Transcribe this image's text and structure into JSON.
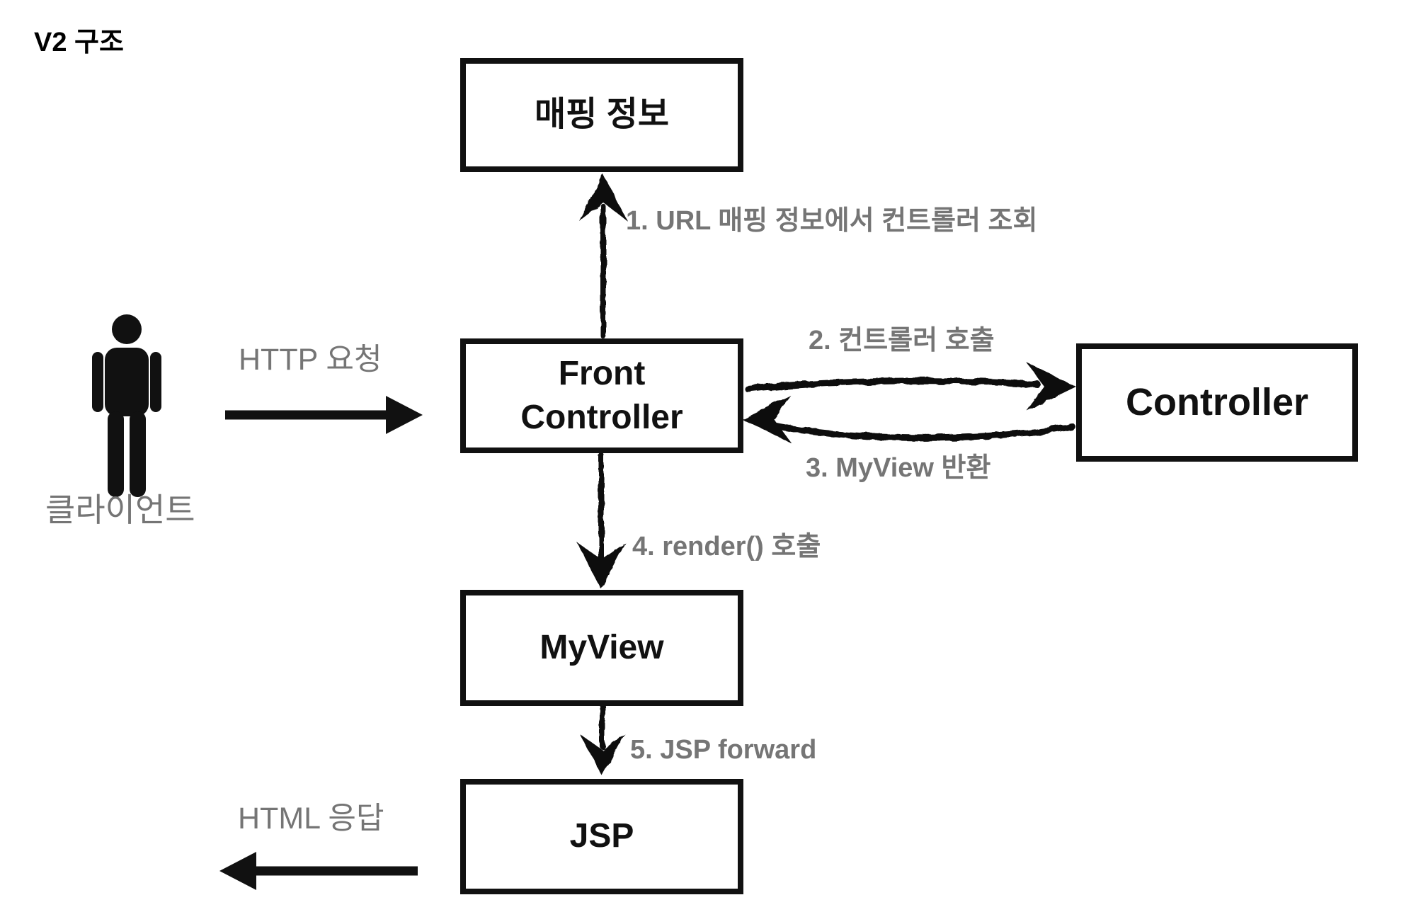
{
  "title": "V2 구조",
  "client": {
    "label": "클라이언트"
  },
  "boxes": {
    "mapping": {
      "label": "매핑 정보"
    },
    "front_controller": {
      "label": "Front\nController"
    },
    "controller": {
      "label": "Controller"
    },
    "myview": {
      "label": "MyView"
    },
    "jsp": {
      "label": "JSP"
    }
  },
  "arrows": {
    "http_request": {
      "label": "HTTP 요청",
      "from": "클라이언트",
      "to": "Front Controller",
      "style": "solid",
      "direction": "right"
    },
    "html_response": {
      "label": "HTML 응답",
      "from": "JSP",
      "to": "클라이언트",
      "style": "solid",
      "direction": "left"
    },
    "step1": {
      "label": "1. URL 매핑 정보에서 컨트롤러 조회",
      "from": "Front Controller",
      "to": "매핑 정보",
      "style": "sketch",
      "direction": "up"
    },
    "step2": {
      "label": "2. 컨트롤러 호출",
      "from": "Front Controller",
      "to": "Controller",
      "style": "sketch",
      "direction": "right"
    },
    "step3": {
      "label": "3. MyView 반환",
      "from": "Controller",
      "to": "Front Controller",
      "style": "sketch",
      "direction": "left"
    },
    "step4": {
      "label": "4. render() 호출",
      "from": "Front Controller",
      "to": "MyView",
      "style": "sketch",
      "direction": "down"
    },
    "step5": {
      "label": "5. JSP forward",
      "from": "MyView",
      "to": "JSP",
      "style": "sketch",
      "direction": "down"
    }
  },
  "colors": {
    "ink": "#111111",
    "label_gray": "#757575",
    "background": "#ffffff"
  }
}
